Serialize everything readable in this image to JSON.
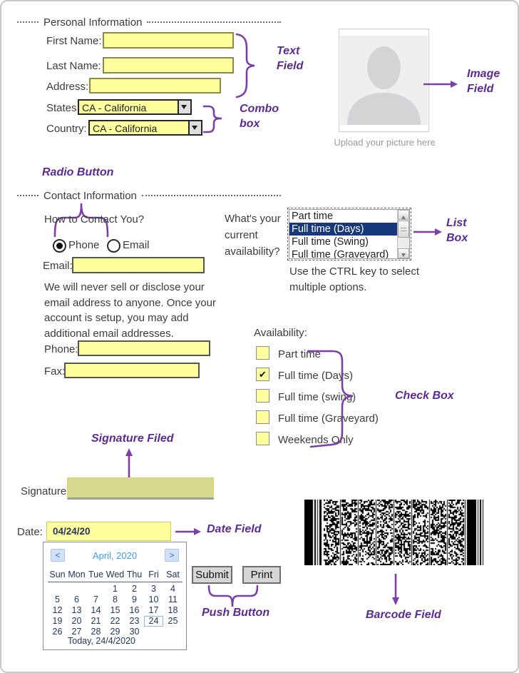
{
  "headers": {
    "personal": "Personal Information",
    "contact": "Contact Information"
  },
  "personal": {
    "first_name": "First Name:",
    "last_name": "Last Name:",
    "address": "Address:",
    "states": "States:",
    "states_value": "CA - California",
    "country": "Country:",
    "country_value": "CA - California"
  },
  "image_field": {
    "caption": "Upload your picture here"
  },
  "annotations": {
    "text_field": "Text Field",
    "combo_box": "Combo box",
    "image_field": "Image Field",
    "radio_button": "Radio Button",
    "list_box": "List Box",
    "check_box": "Check Box",
    "signature_field": "Signature Filed",
    "date_field": "Date Field",
    "push_button": "Push Button",
    "barcode_field": "Barcode Field"
  },
  "contact": {
    "question": "How to Contact You?",
    "phone_option": "Phone",
    "email_option": "Email",
    "email": "Email:",
    "privacy_note": "We will never sell or disclose your email address to anyone. Once your account is setup, you may add additional email addresses.",
    "phone": "Phone:",
    "fax": "Fax:"
  },
  "list_box": {
    "question": "What's your current availability?",
    "items": [
      "Part time",
      "Full time (Days)",
      "Full time (Swing)",
      "Full time (Graveyard)"
    ],
    "selected_item": "Full time (Days)",
    "hint": "Use the CTRL key to select multiple options."
  },
  "checkboxes": {
    "label": "Availability:",
    "checkmark": "✔",
    "items": [
      {
        "label": "Part time",
        "checked": false
      },
      {
        "label": "Full time (Days)",
        "checked": true
      },
      {
        "label": "Full time (swing)",
        "checked": false
      },
      {
        "label": "Full time (Graveyard)",
        "checked": false
      },
      {
        "label": "Weekends Only",
        "checked": false
      }
    ]
  },
  "signature": {
    "label": "Signature:"
  },
  "date_field": {
    "label": "Date:",
    "value": "04/24/20"
  },
  "calendar": {
    "prev": "<",
    "title": "April, 2020",
    "next": ">",
    "day_headers": [
      "Sun",
      "Mon",
      "Tue",
      "Wed",
      "Thu",
      "Fri",
      "Sat"
    ],
    "cells": [
      "",
      "",
      "",
      "1",
      "2",
      "3",
      "4",
      "5",
      "6",
      "7",
      "8",
      "9",
      "10",
      "11",
      "12",
      "13",
      "14",
      "15",
      "16",
      "17",
      "18",
      "19",
      "20",
      "21",
      "22",
      "23",
      "24",
      "25",
      "26",
      "27",
      "28",
      "29",
      "30",
      "",
      ""
    ],
    "selected_day": "24",
    "footer": "Today, 24/4/2020"
  },
  "push_buttons": {
    "submit": "Submit",
    "print": "Print"
  },
  "colors": {
    "field_yellow": "#feff9d",
    "annotation_purple": "#5c2b91",
    "selection_navy": "#18387c",
    "signature_khaki": "#d8d78e",
    "calendar_blue": "#3e9bf0"
  }
}
